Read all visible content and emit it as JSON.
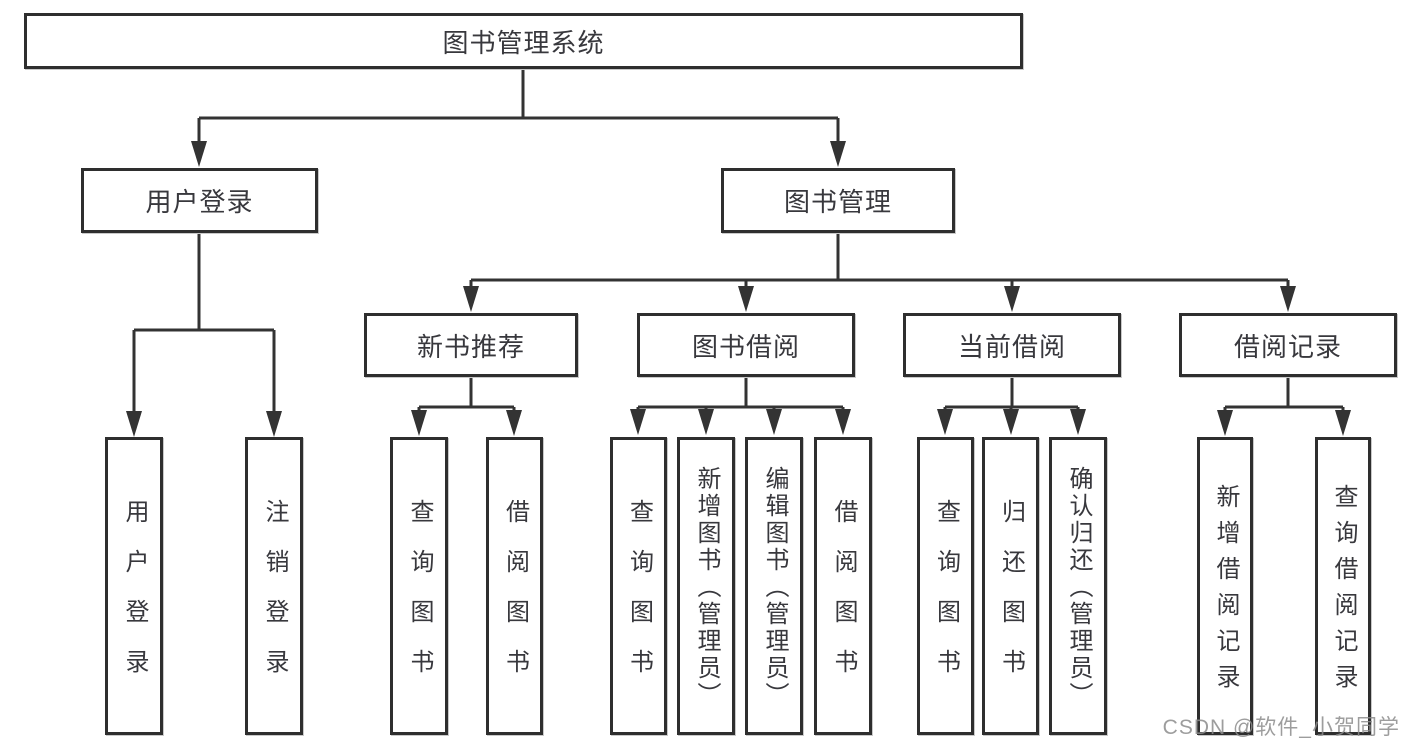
{
  "diagram": {
    "title": "图书管理系统",
    "root": {
      "label": "图书管理系统"
    },
    "level2": [
      {
        "label": "用户登录",
        "children": [
          "用户登录",
          "注销登录"
        ]
      },
      {
        "label": "图书管理"
      }
    ],
    "level3": [
      {
        "label": "新书推荐",
        "children": [
          "查询图书",
          "借阅图书"
        ]
      },
      {
        "label": "图书借阅",
        "children": [
          "查询图书",
          "新增图书（管理员）",
          "编辑图书（管理员）",
          "借阅图书"
        ]
      },
      {
        "label": "当前借阅",
        "children": [
          "查询图书",
          "归还图书",
          "确认归还（管理员）"
        ]
      },
      {
        "label": "借阅记录",
        "children": [
          "新增借阅记录",
          "查询借阅记录"
        ]
      }
    ],
    "colors": {
      "line": "#333333",
      "box_border": "#2e2e2e",
      "text": "#38383d",
      "watermark": "#8c8c8c",
      "background": "#ffffff"
    },
    "watermark": "CSDN @软件_小贺同学"
  }
}
